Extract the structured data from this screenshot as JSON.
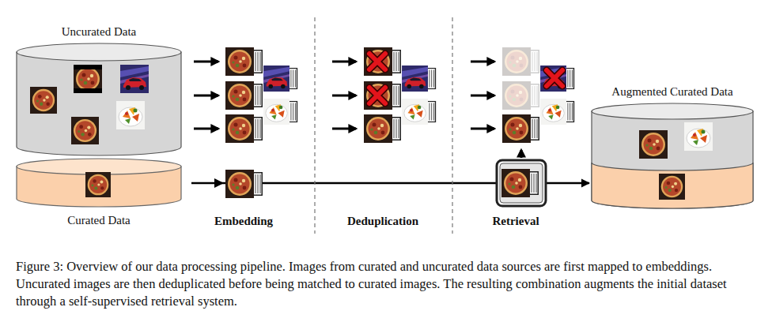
{
  "diagram": {
    "caption": "Figure 3: Overview of our data processing pipeline. Images from curated and uncurated data sources are first mapped to embeddings. Uncurated images are then deduplicated before being matched to curated images. The resulting combination augments the initial dataset through a self-supervised retrieval system.",
    "nodes": [
      {
        "text": [
          "Uncurated Data"
        ]
      },
      {
        "text": [
          "Curated Data"
        ]
      },
      {
        "text": [
          "Augmented Curated Data"
        ]
      }
    ],
    "edges": [
      {
        "from": 1,
        "to": 2,
        "arrow": "to"
      }
    ],
    "labels": [
      "Embedding",
      "Deduplication",
      "Retrieval"
    ]
  }
}
